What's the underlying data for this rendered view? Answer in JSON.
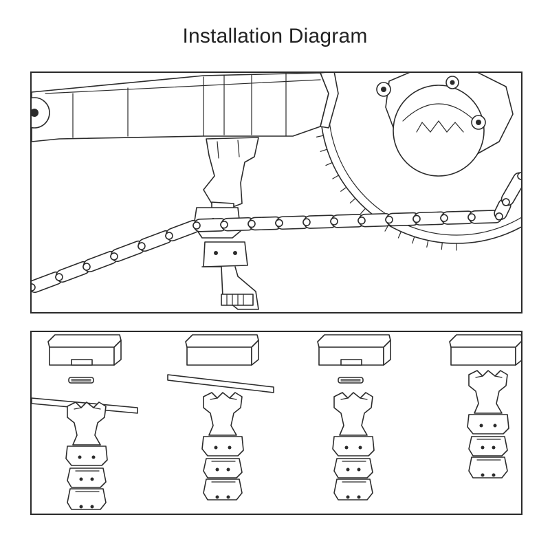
{
  "title": "Installation Diagram",
  "colors": {
    "line": "#2b2b2b",
    "background": "#ffffff",
    "title": "#222222"
  },
  "panels": [
    {
      "id": "top",
      "content": "crank-and-chainring-with-chain-guide-installed"
    },
    {
      "id": "bottom",
      "content": "four-installation-steps"
    }
  ]
}
